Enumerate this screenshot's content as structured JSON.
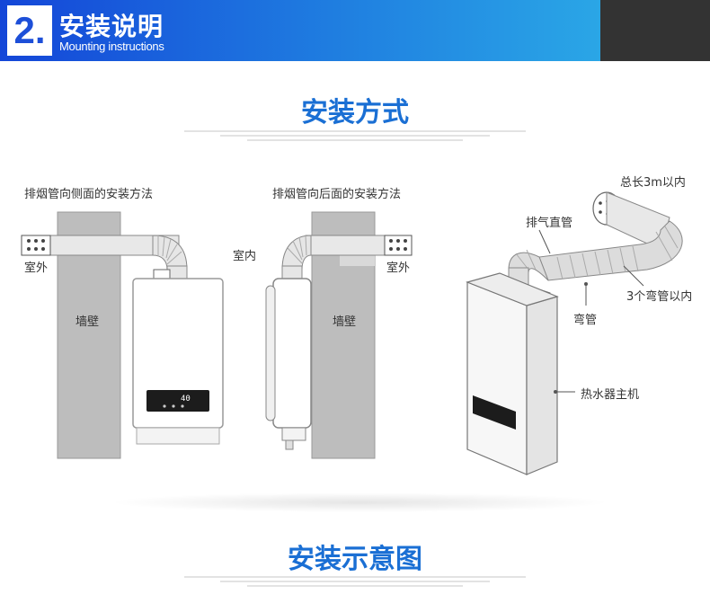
{
  "header": {
    "number": "2.",
    "title": "安装说明",
    "subtitle": "Mounting instructions"
  },
  "section1": {
    "title": "安装方式"
  },
  "section2": {
    "title": "安装示意图"
  },
  "diagram_side": {
    "caption": "排烟管向侧面的安装方法",
    "outdoor": "室外",
    "wall": "墙壁",
    "display": "40"
  },
  "diagram_back": {
    "caption": "排烟管向后面的安装方法",
    "indoor": "室内",
    "outdoor": "室外",
    "wall": "墙壁"
  },
  "diagram_3d": {
    "total_length": "总长3m以内",
    "exhaust_pipe": "排气直管",
    "elbows": "3个弯管以内",
    "elbow": "弯管",
    "heater": "热水器主机"
  },
  "colors": {
    "brand_blue": "#1a6fd4",
    "banner_dark": "#333333",
    "wall_gray": "#bdbdbd"
  }
}
